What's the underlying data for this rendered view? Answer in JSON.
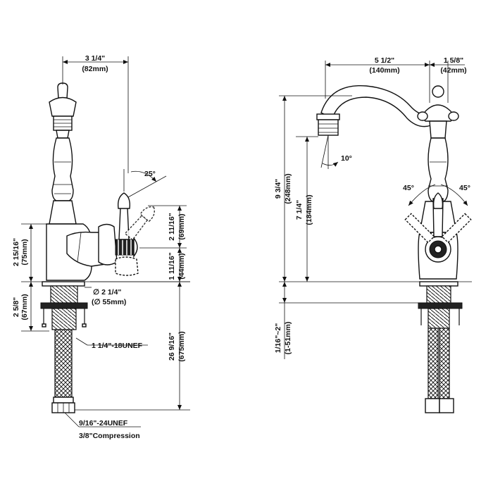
{
  "left_view": {
    "width_top": {
      "value": "3 1/4\"",
      "metric": "(82mm)"
    },
    "handle_angle": "25°",
    "height_2_11_16": {
      "value": "2 11/16\"",
      "metric": "(69mm)"
    },
    "height_1_11_16": {
      "value": "1 11/16\"",
      "metric": "(44mm)"
    },
    "height_2_15_16": {
      "value": "2 15/16\"",
      "metric": "(75mm)"
    },
    "height_2_5_8": {
      "value": "2 5/8\"",
      "metric": "(67mm)"
    },
    "base_diameter": {
      "value": "∅ 2 1/4\"",
      "metric": "(∅ 55mm)"
    },
    "thread_shank": "1 1/4\"-18UNEF",
    "hose_length": {
      "value": "26 9/16\"",
      "metric": "(675mm)"
    },
    "thread_supply": "9/16\"-24UNEF",
    "compression": "3/8\"Compression"
  },
  "right_view": {
    "reach": {
      "value": "5 1/2\"",
      "metric": "(140mm)"
    },
    "body_width": {
      "value": "1 5/8\"",
      "metric": "(42mm)"
    },
    "spout_angle": "10°",
    "overall_height": {
      "value": "9 3/4\"",
      "metric": "(248mm)"
    },
    "spout_height": {
      "value": "7 1/4\"",
      "metric": "(184mm)"
    },
    "handle_angle_left": "45°",
    "handle_angle_right": "45°",
    "deck_thickness": {
      "value": "1/16\"~2\"",
      "metric": "(1-51mm)"
    }
  }
}
